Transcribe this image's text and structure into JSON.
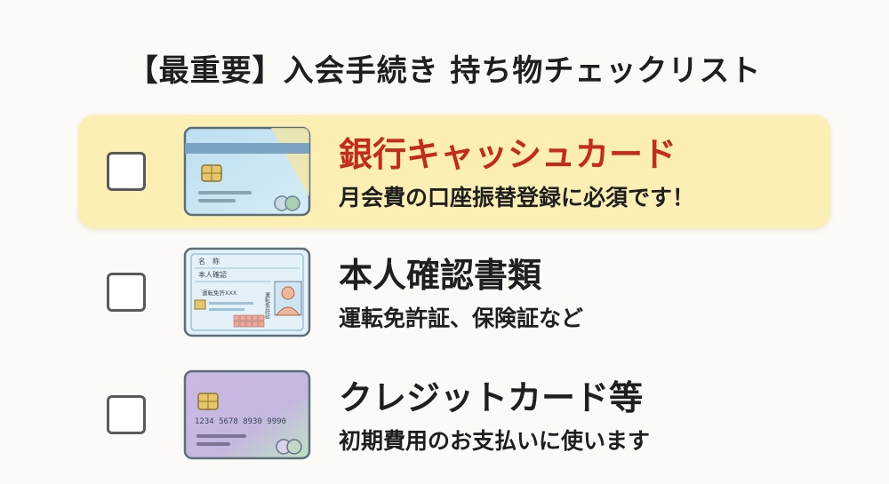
{
  "title": "【最重要】入会手続き 持ち物チェックリスト",
  "accent_color": "#c62a1c",
  "highlight_color": "#fbefb4",
  "items": [
    {
      "title": "銀行キャッシュカード",
      "subtitle": "月会費の口座振替登録に必須です！",
      "checked": false,
      "icon": "bank-card-icon"
    },
    {
      "title": "本人確認書類",
      "subtitle": "運転免許証、保険証など",
      "checked": false,
      "icon": "id-card-icon",
      "card_labels": {
        "name": "名　称",
        "id": "本人確認",
        "license": "運転免許XXX",
        "vertical": "運転免許証"
      }
    },
    {
      "title": "クレジットカード等",
      "subtitle": "初期費用のお支払いに使います",
      "checked": false,
      "icon": "credit-card-icon",
      "card_number": "1234 5678 8930 9990"
    }
  ]
}
